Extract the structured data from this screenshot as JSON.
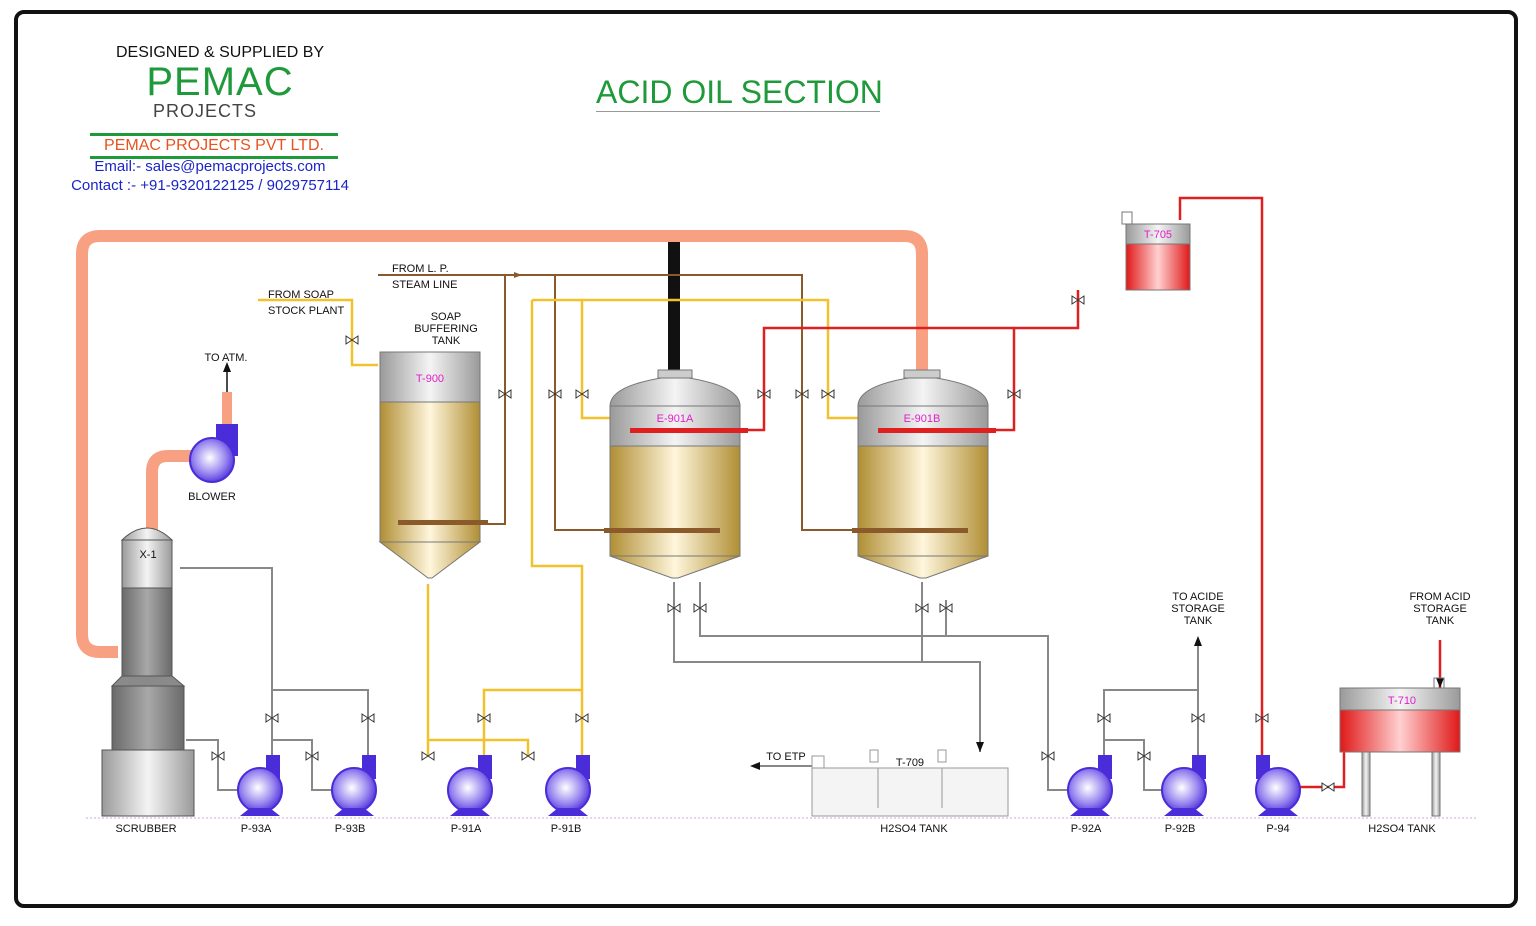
{
  "header": {
    "designed_by": "DESIGNED & SUPPLIED BY",
    "logo_main": "PEMAC",
    "logo_sub": "PROJECTS",
    "company": "PEMAC PROJECTS PVT LTD.",
    "email": "Email:- sales@pemacprojects.com",
    "contact": "Contact :- +91-9320122125 / 9029757114"
  },
  "title": "ACID OIL SECTION",
  "labels": {
    "from_lp_1": "FROM L. P.",
    "from_lp_2": "STEAM LINE",
    "from_soap_1": "FROM SOAP",
    "from_soap_2": "STOCK PLANT",
    "soap_buf_1": "SOAP",
    "soap_buf_2": "BUFFERING",
    "soap_buf_3": "TANK",
    "to_atm": "TO ATM.",
    "blower": "BLOWER",
    "to_etp": "TO ETP",
    "to_acid_1": "TO ACIDE",
    "to_acid_2": "STORAGE",
    "to_acid_3": "TANK",
    "from_acid_1": "FROM ACID",
    "from_acid_2": "STORAGE",
    "from_acid_3": "TANK"
  },
  "equipment": {
    "x1": "X-1",
    "t900": "T-900",
    "e901a": "E-901A",
    "e901b": "E-901B",
    "t705": "T-705",
    "t709": "T-709",
    "t710": "T-710"
  },
  "bottom_labels": {
    "scrubber": "SCRUBBER",
    "p93a": "P-93A",
    "p93b": "P-93B",
    "p91a": "P-91A",
    "p91b": "P-91B",
    "h2so4_tank_1": "H2SO4 TANK",
    "p92a": "P-92A",
    "p92b": "P-92B",
    "p94": "P-94",
    "h2so4_tank_2": "H2SO4 TANK"
  },
  "colors": {
    "vent_pipe": "#f7a182",
    "steam_pipe": "#8b5a2b",
    "soap_pipe": "#f2c12e",
    "acid_pipe": "#e02020",
    "process_pipe": "#888888",
    "pump": "#4a2cd8",
    "equip_label": "#e020c8",
    "title": "#1e9a3a"
  }
}
